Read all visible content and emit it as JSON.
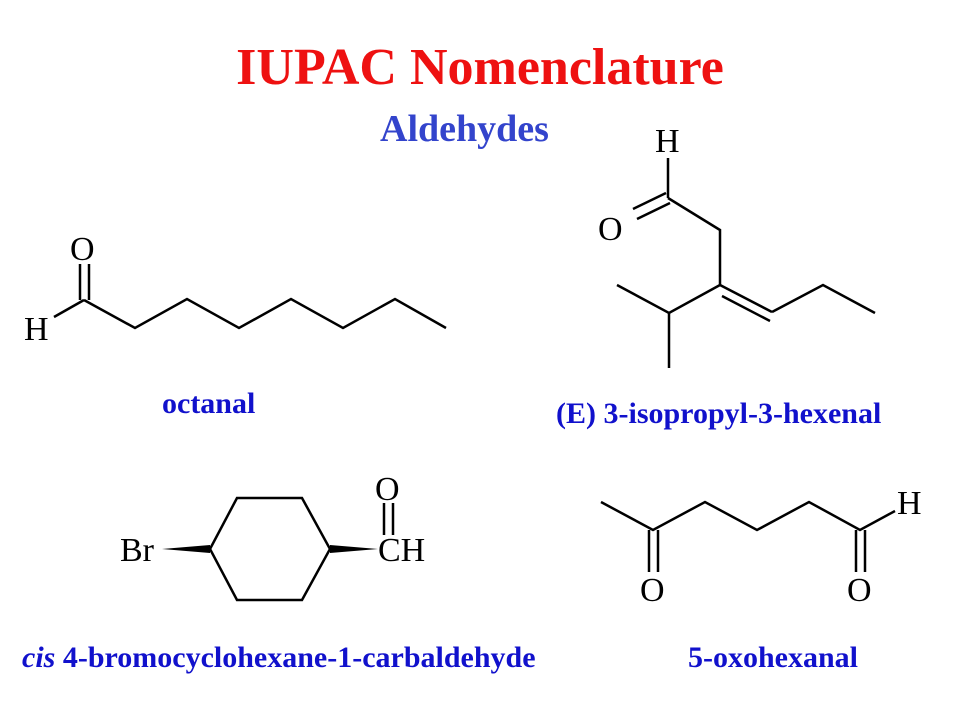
{
  "slide": {
    "title": "IUPAC Nomenclature",
    "subtitle": "Aldehydes"
  },
  "colors": {
    "title": "#ee1111",
    "subtitle": "#3344cc",
    "names": "#1111cc",
    "bonds": "#000000"
  },
  "compounds": [
    {
      "id": "octanal",
      "name": "octanal",
      "atoms": [
        "O",
        "H"
      ]
    },
    {
      "id": "isopropylhexenal",
      "name": "(E) 3-isopropyl-3-hexenal",
      "atoms": [
        "H",
        "O"
      ]
    },
    {
      "id": "bromocyclohexane",
      "name_prefix": "cis",
      "name": "4-bromocyclohexane-1-carbaldehyde",
      "atoms": [
        "Br",
        "O",
        "CH"
      ]
    },
    {
      "id": "oxohexanal",
      "name": "5-oxohexanal",
      "atoms": [
        "H",
        "O",
        "O"
      ]
    }
  ]
}
